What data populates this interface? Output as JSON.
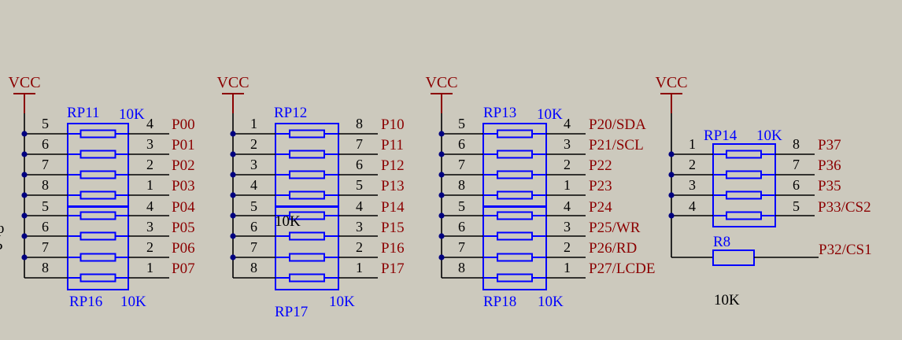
{
  "colors": {
    "background": "#ccc9bd",
    "wire": "#000000",
    "power": "#8b0000",
    "component": "#0000ff",
    "label": "#8b0000",
    "junction": "#000080"
  },
  "power_labels": [
    "VCC",
    "VCC",
    "VCC",
    "VCC"
  ],
  "left_edge_fragment": [
    "ф",
    "P"
  ],
  "group1": {
    "top_part": {
      "ref": "RP11",
      "value": "10K",
      "pins_left": [
        "5",
        "6",
        "7",
        "8"
      ],
      "pins_right": [
        "4",
        "3",
        "2",
        "1"
      ]
    },
    "bottom_part": {
      "ref": "RP16",
      "value": "10K",
      "pins_left": [
        "5",
        "6",
        "7",
        "8"
      ],
      "pins_right": [
        "4",
        "3",
        "2",
        "1"
      ]
    },
    "nets": [
      "P00",
      "P01",
      "P02",
      "P03",
      "P04",
      "P05",
      "P06",
      "P07"
    ]
  },
  "group2": {
    "top_part": {
      "ref": "RP12",
      "pins_left": [
        "1",
        "2",
        "3",
        "4"
      ],
      "pins_right": [
        "8",
        "7",
        "6",
        "5"
      ]
    },
    "bottom_part": {
      "ref": "RP17",
      "value": "10K",
      "pins_left": [
        "5",
        "6",
        "7",
        "8"
      ],
      "pins_right": [
        "4",
        "3",
        "2",
        "1"
      ]
    },
    "overlap_value": "10K",
    "nets": [
      "P10",
      "P11",
      "P12",
      "P13",
      "P14",
      "P15",
      "P16",
      "P17"
    ]
  },
  "group3": {
    "top_part": {
      "ref": "RP13",
      "value": "10K",
      "pins_left": [
        "5",
        "6",
        "7",
        "8"
      ],
      "pins_right": [
        "4",
        "3",
        "2",
        "1"
      ]
    },
    "bottom_part": {
      "ref": "RP18",
      "value": "10K",
      "pins_left": [
        "5",
        "6",
        "7",
        "8"
      ],
      "pins_right": [
        "4",
        "3",
        "2",
        "1"
      ]
    },
    "nets": [
      "P20/SDA",
      "P21/SCL",
      "P22",
      "P23",
      "P24",
      "P25/WR",
      "P26/RD",
      "P27/LCDE"
    ]
  },
  "group4": {
    "part": {
      "ref": "RP14",
      "value": "10K",
      "pins_left": [
        "1",
        "2",
        "3",
        "4"
      ],
      "pins_right": [
        "8",
        "7",
        "6",
        "5"
      ]
    },
    "nets": [
      "P37",
      "P36",
      "P35",
      "P33/CS2"
    ],
    "resistor": {
      "ref": "R8",
      "value": "10K",
      "net": "P32/CS1"
    }
  }
}
